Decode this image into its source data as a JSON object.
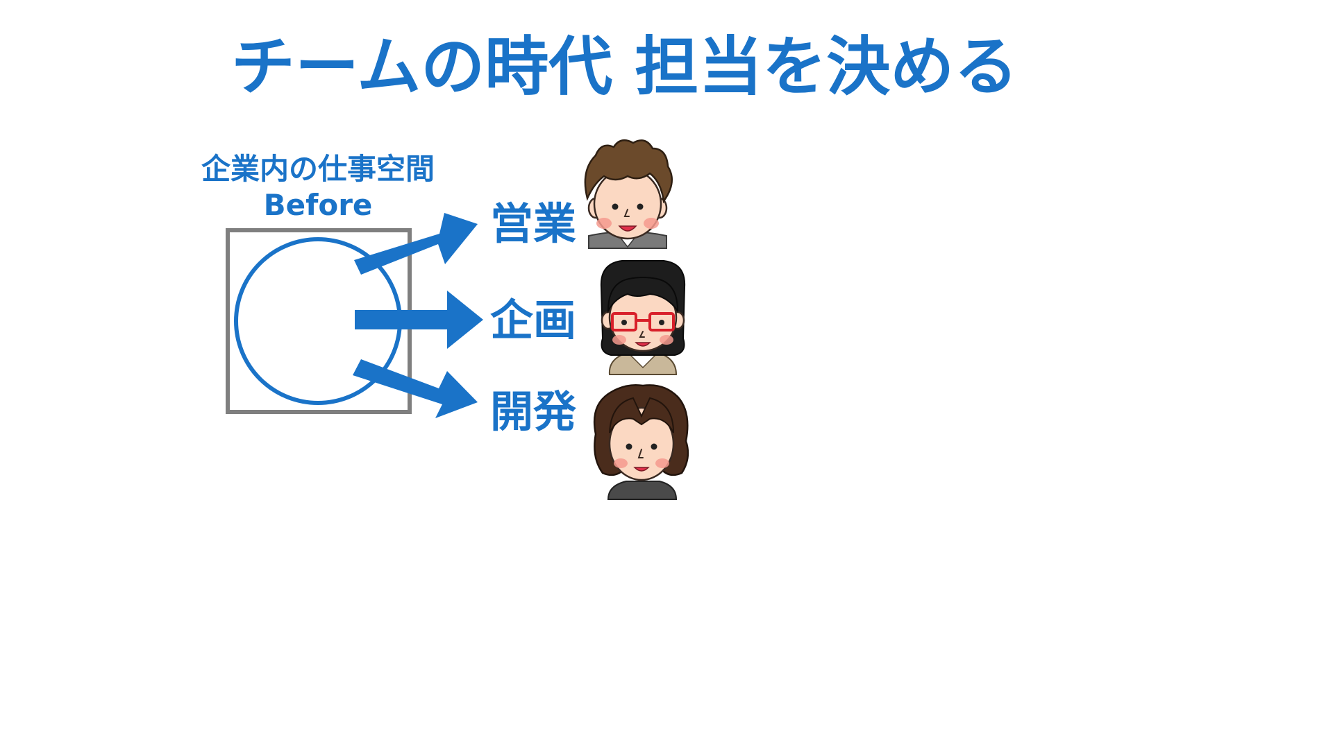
{
  "slide": {
    "title": "チームの時代 担当を決める"
  },
  "diagram": {
    "space_label": "企業内の仕事空間",
    "state_label": "Before",
    "roles": [
      {
        "label": "営業",
        "person": "sales-person-icon"
      },
      {
        "label": "企画",
        "person": "planning-person-icon"
      },
      {
        "label": "開発",
        "person": "development-person-icon"
      }
    ]
  },
  "colors": {
    "accent": "#1a73c8",
    "frame": "#7f7f7f",
    "background": "#ffffff"
  }
}
